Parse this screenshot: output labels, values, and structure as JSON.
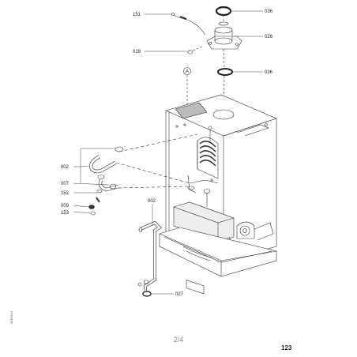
{
  "callouts": {
    "c151": "151",
    "c036_top": "036",
    "c026": "026",
    "c019": "019",
    "c036_mid": "036",
    "cA": "A",
    "c002_left": "002",
    "c007": "007",
    "c152": "152",
    "c009": "009",
    "c153": "153",
    "c002_pipe": "002",
    "c027": "027"
  },
  "footer": {
    "page": "2/4",
    "number": "123",
    "doc_code": "5561910"
  }
}
